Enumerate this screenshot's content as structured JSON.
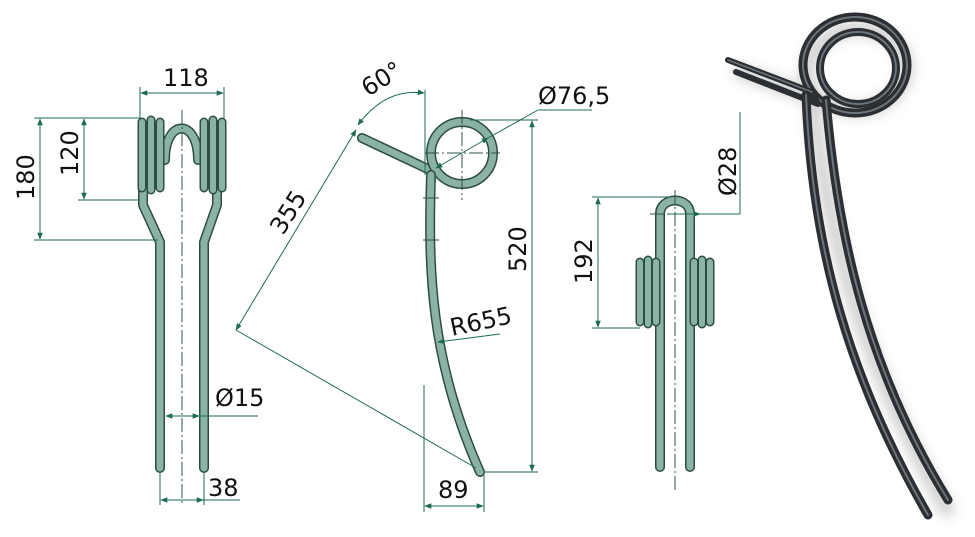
{
  "diagram": {
    "front_view": {
      "width_label": "118",
      "height_label": "180",
      "coil_height_label": "120",
      "wire_diameter_label": "Ø15",
      "tine_spacing_label": "38"
    },
    "side_view": {
      "angle_label": "60°",
      "arm_length_label": "355",
      "coil_diameter_label": "Ø76,5",
      "height_label": "520",
      "radius_label": "R655",
      "offset_label": "89"
    },
    "back_view": {
      "loop_diameter_label": "Ø28",
      "height_label": "192"
    },
    "colors": {
      "tine_fill": "#8ab3a6",
      "tine_outline": "#2d4d44",
      "dimension_line": "#1d6b55",
      "photo_metal": "#2b2f33"
    }
  }
}
